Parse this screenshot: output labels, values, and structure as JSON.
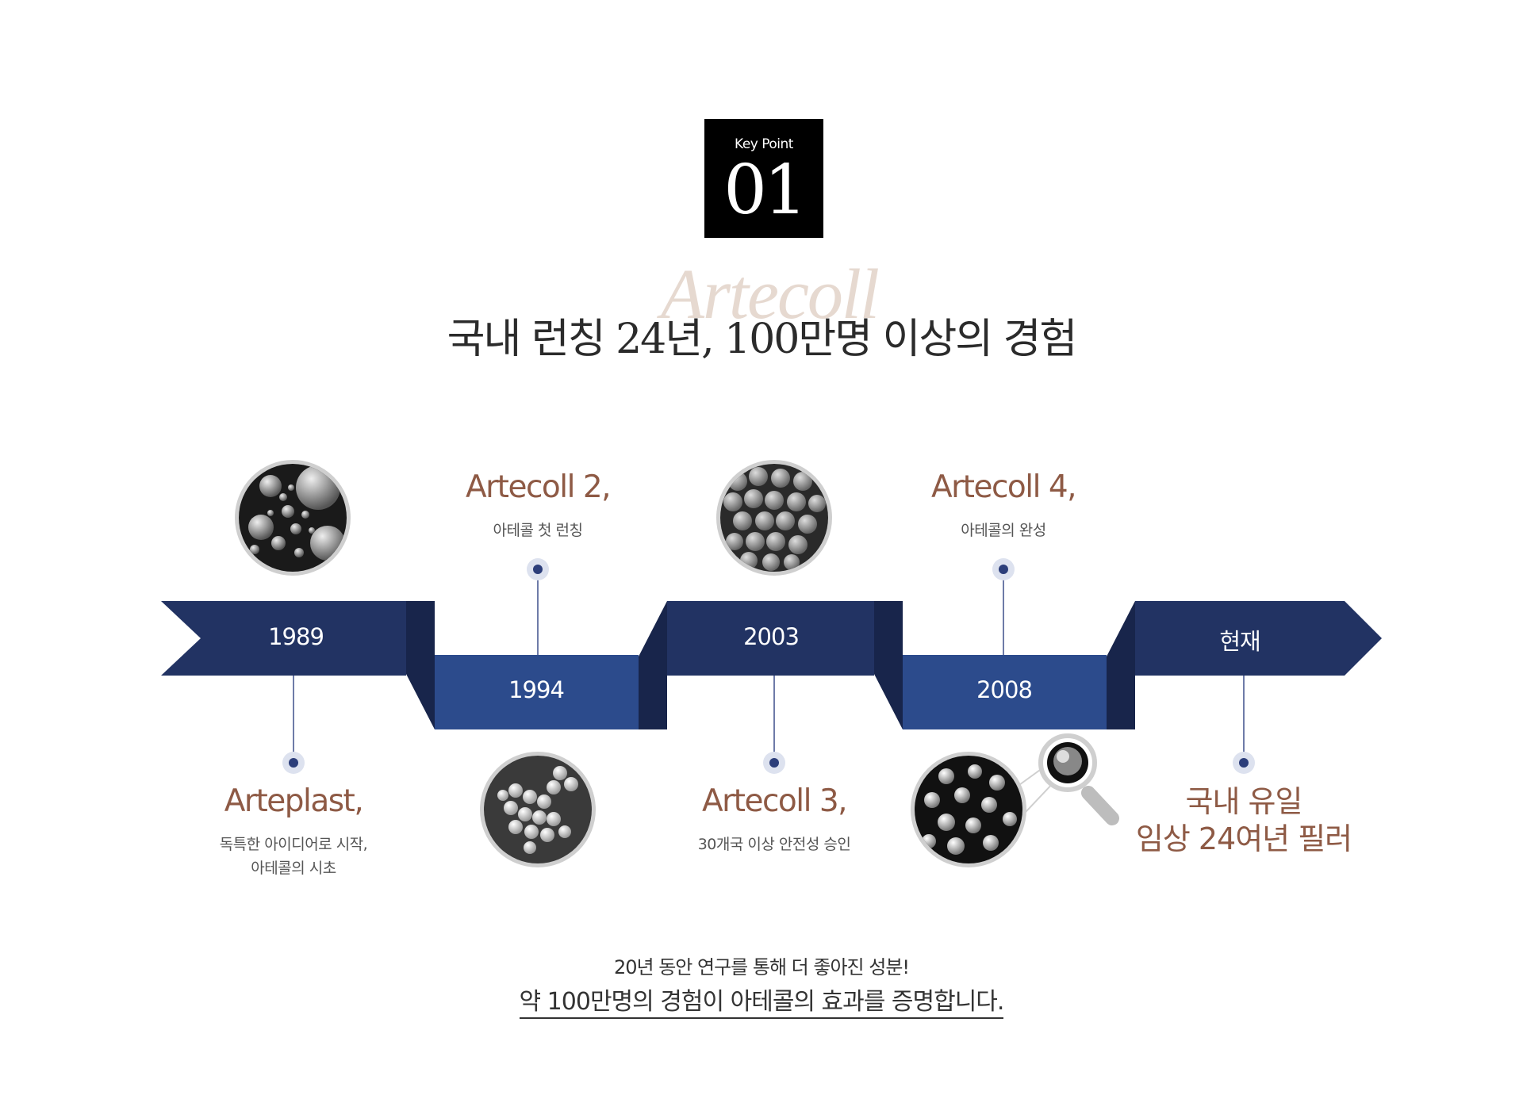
{
  "keypoint": {
    "label": "Key Point",
    "number": "01"
  },
  "background_script": "Artecoll",
  "title": "국내 런칭 24년, 100만명 이상의 경험",
  "timeline": {
    "years": [
      "1989",
      "1994",
      "2003",
      "2008",
      "현재"
    ],
    "milestones": [
      {
        "title": "Arteplast,",
        "desc_lines": [
          "독특한 아이디어로 시작,",
          "아테콜의 시초"
        ]
      },
      {
        "title": "Artecoll 2,",
        "desc_lines": [
          "아테콜 첫 런칭"
        ]
      },
      {
        "title": "Artecoll 3,",
        "desc_lines": [
          "30개국 이상 안전성 승인"
        ]
      },
      {
        "title": "Artecoll 4,",
        "desc_lines": [
          "아테콜의 완성"
        ]
      },
      {
        "title_lines": [
          "국내 유일",
          "임상 24여년 필러"
        ]
      }
    ]
  },
  "colors": {
    "band_dark": "#223363",
    "band_mid": "#2c4b8c",
    "fold": "#18254b",
    "accent": "#8e5a45",
    "dot": "#2c3e7a"
  },
  "footer": {
    "sub": "20년 동안 연구를 통해 더 좋아진 성분!",
    "main": "약 100만명의 경험이 아테콜의 효과를 증명합니다."
  }
}
